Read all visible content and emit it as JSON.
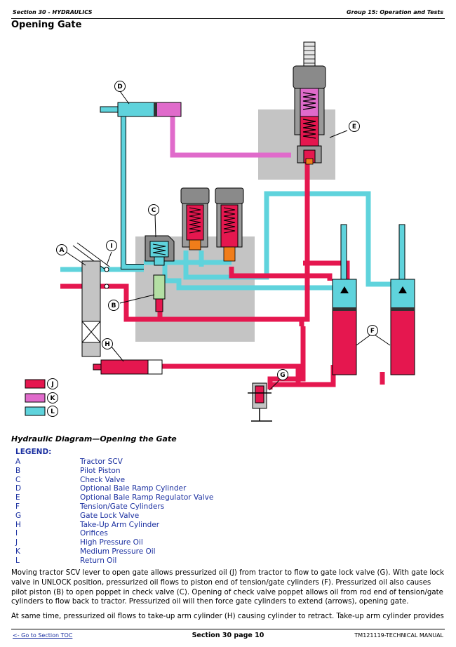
{
  "header": {
    "left": "Section 30 - HYDRAULICS",
    "right": "Group 15: Operation and Tests"
  },
  "title": "Opening Gate",
  "colors": {
    "high_pressure": "#e5174f",
    "medium_pressure": "#e06bcb",
    "return": "#5fd3dc",
    "block": "#c4c4c4",
    "orange": "#f07d1a",
    "green": "#b4dfa4"
  },
  "diagram": {
    "callouts": [
      "A",
      "B",
      "C",
      "D",
      "E",
      "F",
      "G",
      "H",
      "I"
    ],
    "key_labels": [
      "J",
      "K",
      "L"
    ]
  },
  "caption": "Hydraulic Diagram—Opening the Gate",
  "legend": {
    "title": "LEGEND:",
    "items": [
      {
        "key": "A",
        "label": "Tractor SCV"
      },
      {
        "key": "B",
        "label": "Pilot Piston"
      },
      {
        "key": "C",
        "label": "Check Valve"
      },
      {
        "key": "D",
        "label": "Optional Bale Ramp Cylinder"
      },
      {
        "key": "E",
        "label": "Optional Bale Ramp Regulator Valve"
      },
      {
        "key": "F",
        "label": "Tension/Gate Cylinders"
      },
      {
        "key": "G",
        "label": "Gate Lock Valve"
      },
      {
        "key": "H",
        "label": "Take-Up Arm Cylinder"
      },
      {
        "key": "I",
        "label": "Orifices"
      },
      {
        "key": "J",
        "label": "High Pressure Oil"
      },
      {
        "key": "K",
        "label": "Medium Pressure Oil"
      },
      {
        "key": "L",
        "label": "Return Oil"
      }
    ]
  },
  "paragraphs": [
    "Moving tractor SCV lever to open gate allows pressurized oil (J) from tractor to flow to gate lock valve (G). With gate lock valve in UNLOCK position, pressurized oil flows to piston end of tension/gate cylinders (F). Pressurized oil also causes pilot piston (B) to open poppet in check valve (C). Opening of check valve poppet allows oil from rod end of tension/gate cylinders to flow back to tractor. Pressurized oil will then force gate cylinders to extend (arrows), opening gate.",
    "At same time, pressurized oil flows to take-up arm cylinder (H) causing cylinder to retract. Take-up arm cylinder provides"
  ],
  "footer": {
    "left": "<- Go to Section TOC",
    "center": "Section 30 page 10",
    "right": "TM121119-TECHNICAL MANUAL"
  }
}
